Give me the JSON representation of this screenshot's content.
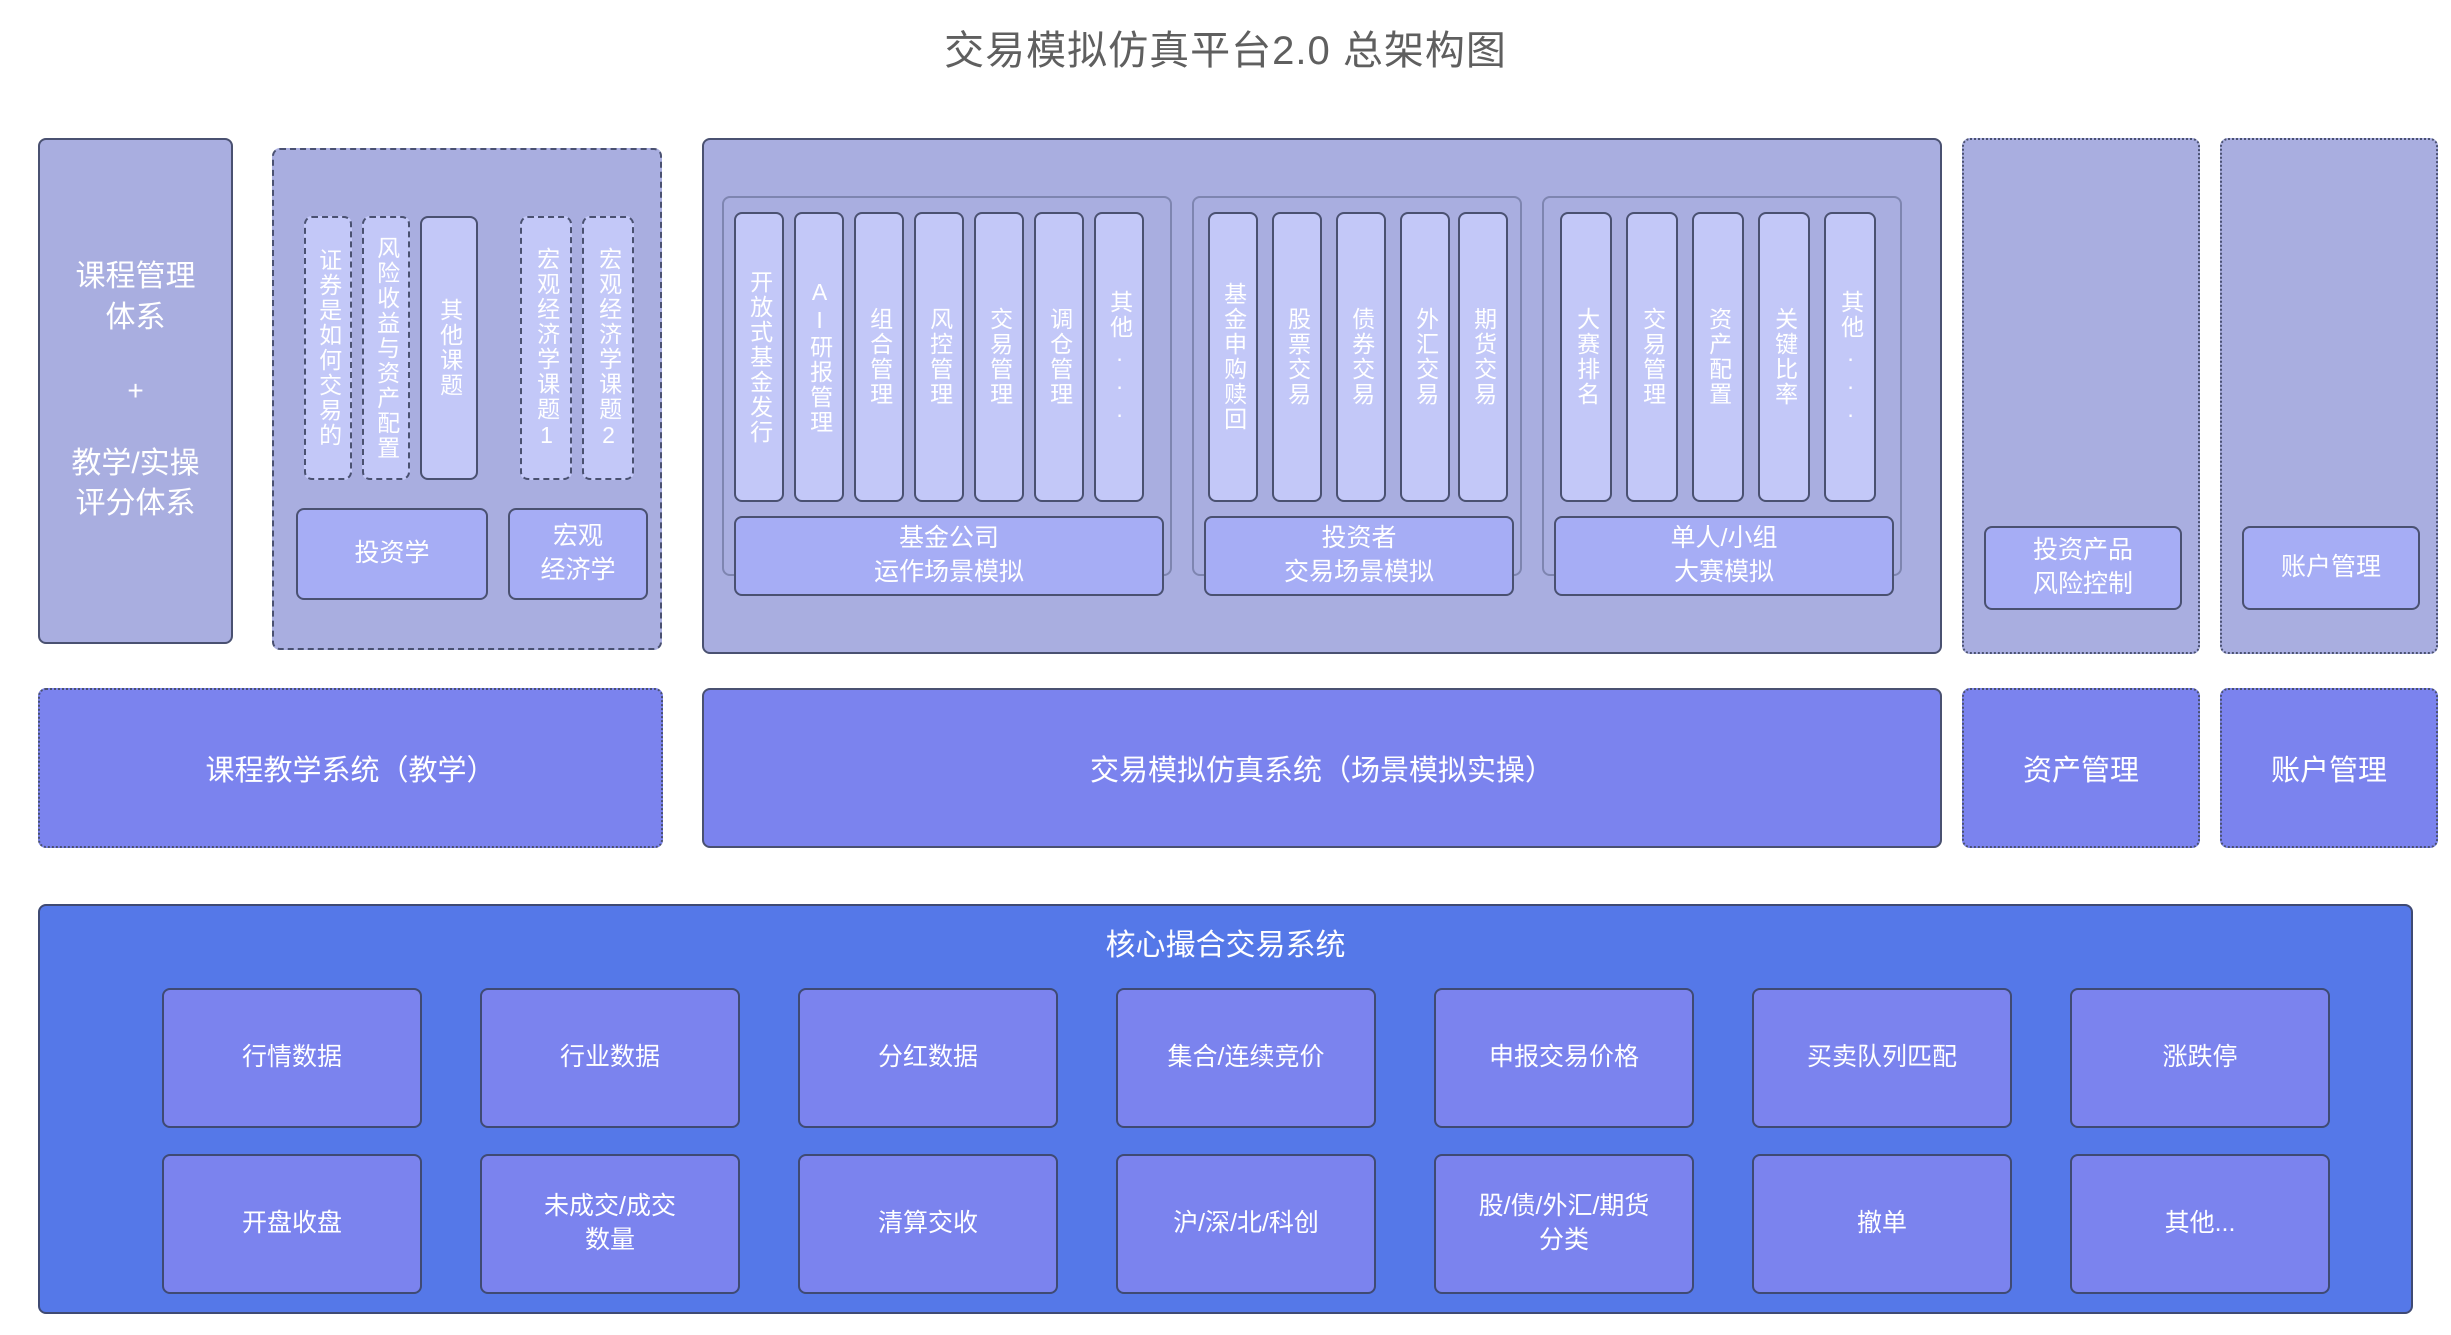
{
  "title": "交易模拟仿真平台2.0 总架构图",
  "colors": {
    "panel_fill": "#a9aee0",
    "subbox_fill": "#c3c8f8",
    "caption_fill": "#a6adf5",
    "system_bar_fill": "#7b83ee",
    "core_fill": "#5578e8",
    "border": "#4a5171",
    "title_text": "#5f5f5f"
  },
  "top_row": {
    "course_panel": {
      "line1": "课程管理",
      "line2": "体系",
      "plus": "+",
      "line3": "教学/实操",
      "line4": "评分体系"
    },
    "course_content_panel": {
      "pillars": [
        "证券是如何交易的",
        "风险收益与资产配置",
        "其他课题",
        "宏观经济学课题1",
        "宏观经济学课题2"
      ],
      "captions": [
        "投资学",
        "宏观\n经济学"
      ]
    },
    "simulation_panel": {
      "groups": [
        {
          "pillars": [
            "开放式基金发行",
            "AI研报管理",
            "组合管理",
            "风控管理",
            "交易管理",
            "调仓管理",
            "其他..."
          ],
          "caption": "基金公司\n运作场景模拟"
        },
        {
          "pillars": [
            "基金申购赎回",
            "股票交易",
            "债券交易",
            "外汇交易",
            "期货交易"
          ],
          "caption": "投资者\n交易场景模拟"
        },
        {
          "pillars": [
            "大赛排名",
            "交易管理",
            "资产配置",
            "关键比率",
            "其他..."
          ],
          "caption": "单人/小组\n大赛模拟"
        }
      ]
    },
    "risk_panel": {
      "caption": "投资产品\n风险控制"
    },
    "account_panel": {
      "caption": "账户管理"
    }
  },
  "system_row": {
    "bars": [
      "课程教学系统（教学）",
      "交易模拟仿真系统（场景模拟实操）",
      "资产管理",
      "账户管理"
    ]
  },
  "core_section": {
    "title": "核心撮合交易系统",
    "row1": [
      "行情数据",
      "行业数据",
      "分红数据",
      "集合/连续竞价",
      "申报交易价格",
      "买卖队列匹配",
      "涨跌停"
    ],
    "row2": [
      "开盘收盘",
      "未成交/成交\n数量",
      "清算交收",
      "沪/深/北/科创",
      "股/债/外汇/期货\n分类",
      "撤单",
      "其他..."
    ]
  }
}
